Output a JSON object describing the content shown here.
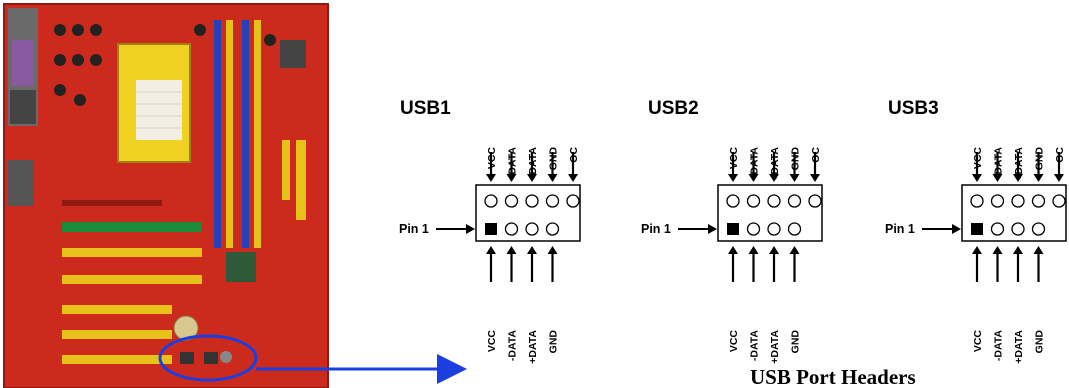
{
  "caption": "USB Port Headers",
  "pin1_label": "Pin 1",
  "headers": [
    {
      "title": "USB1",
      "top_pins": [
        "VCC",
        "-DATA",
        "+DATA",
        "GND",
        "OC"
      ],
      "bottom_pins": [
        "VCC",
        "-DATA",
        "+DATA",
        "GND"
      ]
    },
    {
      "title": "USB2",
      "top_pins": [
        "VCC",
        "-DATA",
        "+DATA",
        "GND",
        "OC"
      ],
      "bottom_pins": [
        "VCC",
        "-DATA",
        "+DATA",
        "GND"
      ]
    },
    {
      "title": "USB3",
      "top_pins": [
        "VCC",
        "-DATA",
        "+DATA",
        "GND",
        "OC"
      ],
      "bottom_pins": [
        "VCC",
        "-DATA",
        "+DATA",
        "GND"
      ]
    }
  ],
  "colors": {
    "board_red": "#cc2a1c",
    "board_dark_red": "#8f1a12",
    "slot_blue": "#2540b8",
    "slot_yellow": "#e8c21a",
    "socket_yellow": "#f0d020",
    "callout_blue": "#1a3ee0",
    "pcie_green": "#1c8a3a"
  }
}
